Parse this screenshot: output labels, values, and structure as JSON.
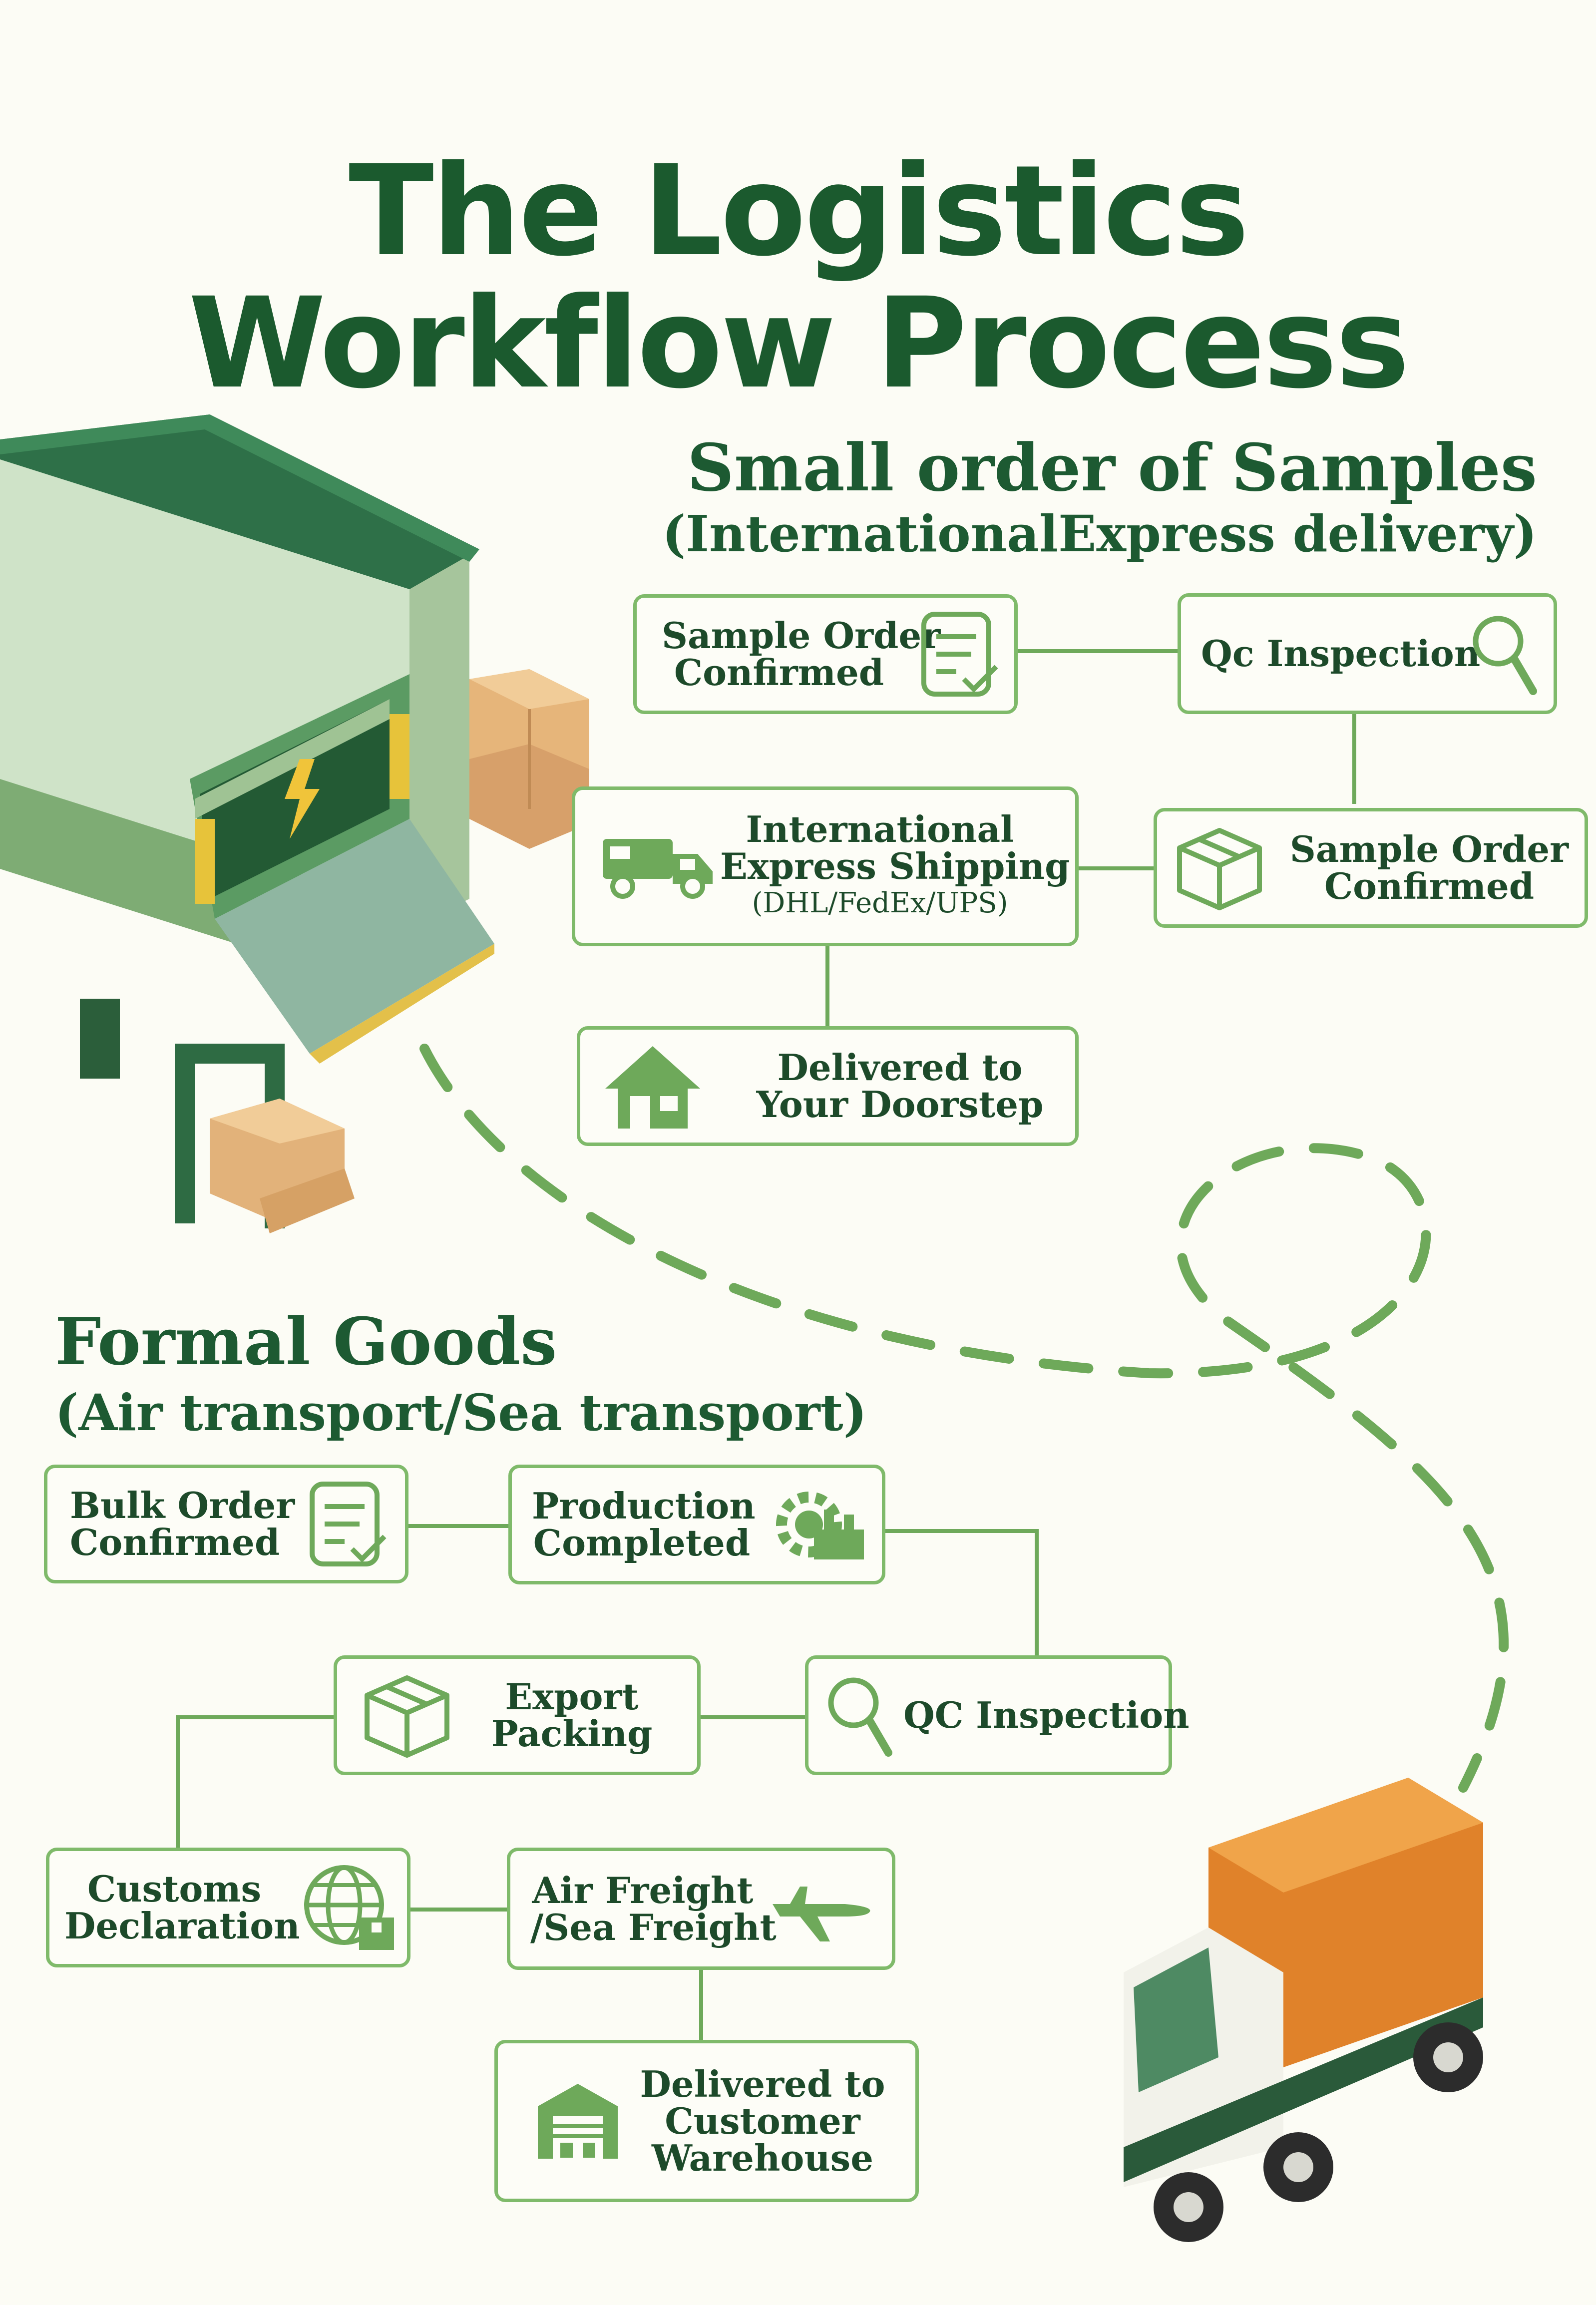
{
  "title": {
    "line1": "The Logistics",
    "line2": "Workflow Process"
  },
  "samples": {
    "title": "Small order of Samples",
    "subtitle": "(InternationalExpress delivery)",
    "steps": [
      {
        "label": "Sample Order\nConfirmed",
        "icon": "clipboard-check-icon"
      },
      {
        "label": "Qc Inspection",
        "icon": "magnifier-icon"
      },
      {
        "label": "Sample Order\nConfirmed",
        "icon": "box-icon"
      },
      {
        "label": "International\nExpress Shipping",
        "note": "(DHL/FedEx/UPS)",
        "icon": "delivery-truck-icon"
      },
      {
        "label": "Delivered to\nYour Doorstep",
        "icon": "house-icon"
      }
    ]
  },
  "formal": {
    "title": "Formal Goods",
    "subtitle": "(Air transport/Sea transport)",
    "steps": [
      {
        "label": "Bulk Order\nConfirmed",
        "icon": "clipboard-check-icon"
      },
      {
        "label": "Production\nCompleted",
        "icon": "gear-factory-icon"
      },
      {
        "label": "QC Inspection",
        "icon": "magnifier-icon"
      },
      {
        "label": "Export\nPacking",
        "icon": "box-icon"
      },
      {
        "label": "Customs\nDeclaration",
        "icon": "globe-customs-icon"
      },
      {
        "label": "Air Freight\n/Sea Freight",
        "icon": "airplane-icon"
      },
      {
        "label": "Delivered to\nCustomer\nWarehouse",
        "icon": "warehouse-icon"
      }
    ]
  },
  "colors": {
    "dark_green": "#1b5a2e",
    "accent_green": "#7fba6a",
    "truck_orange": "#e8912f"
  }
}
